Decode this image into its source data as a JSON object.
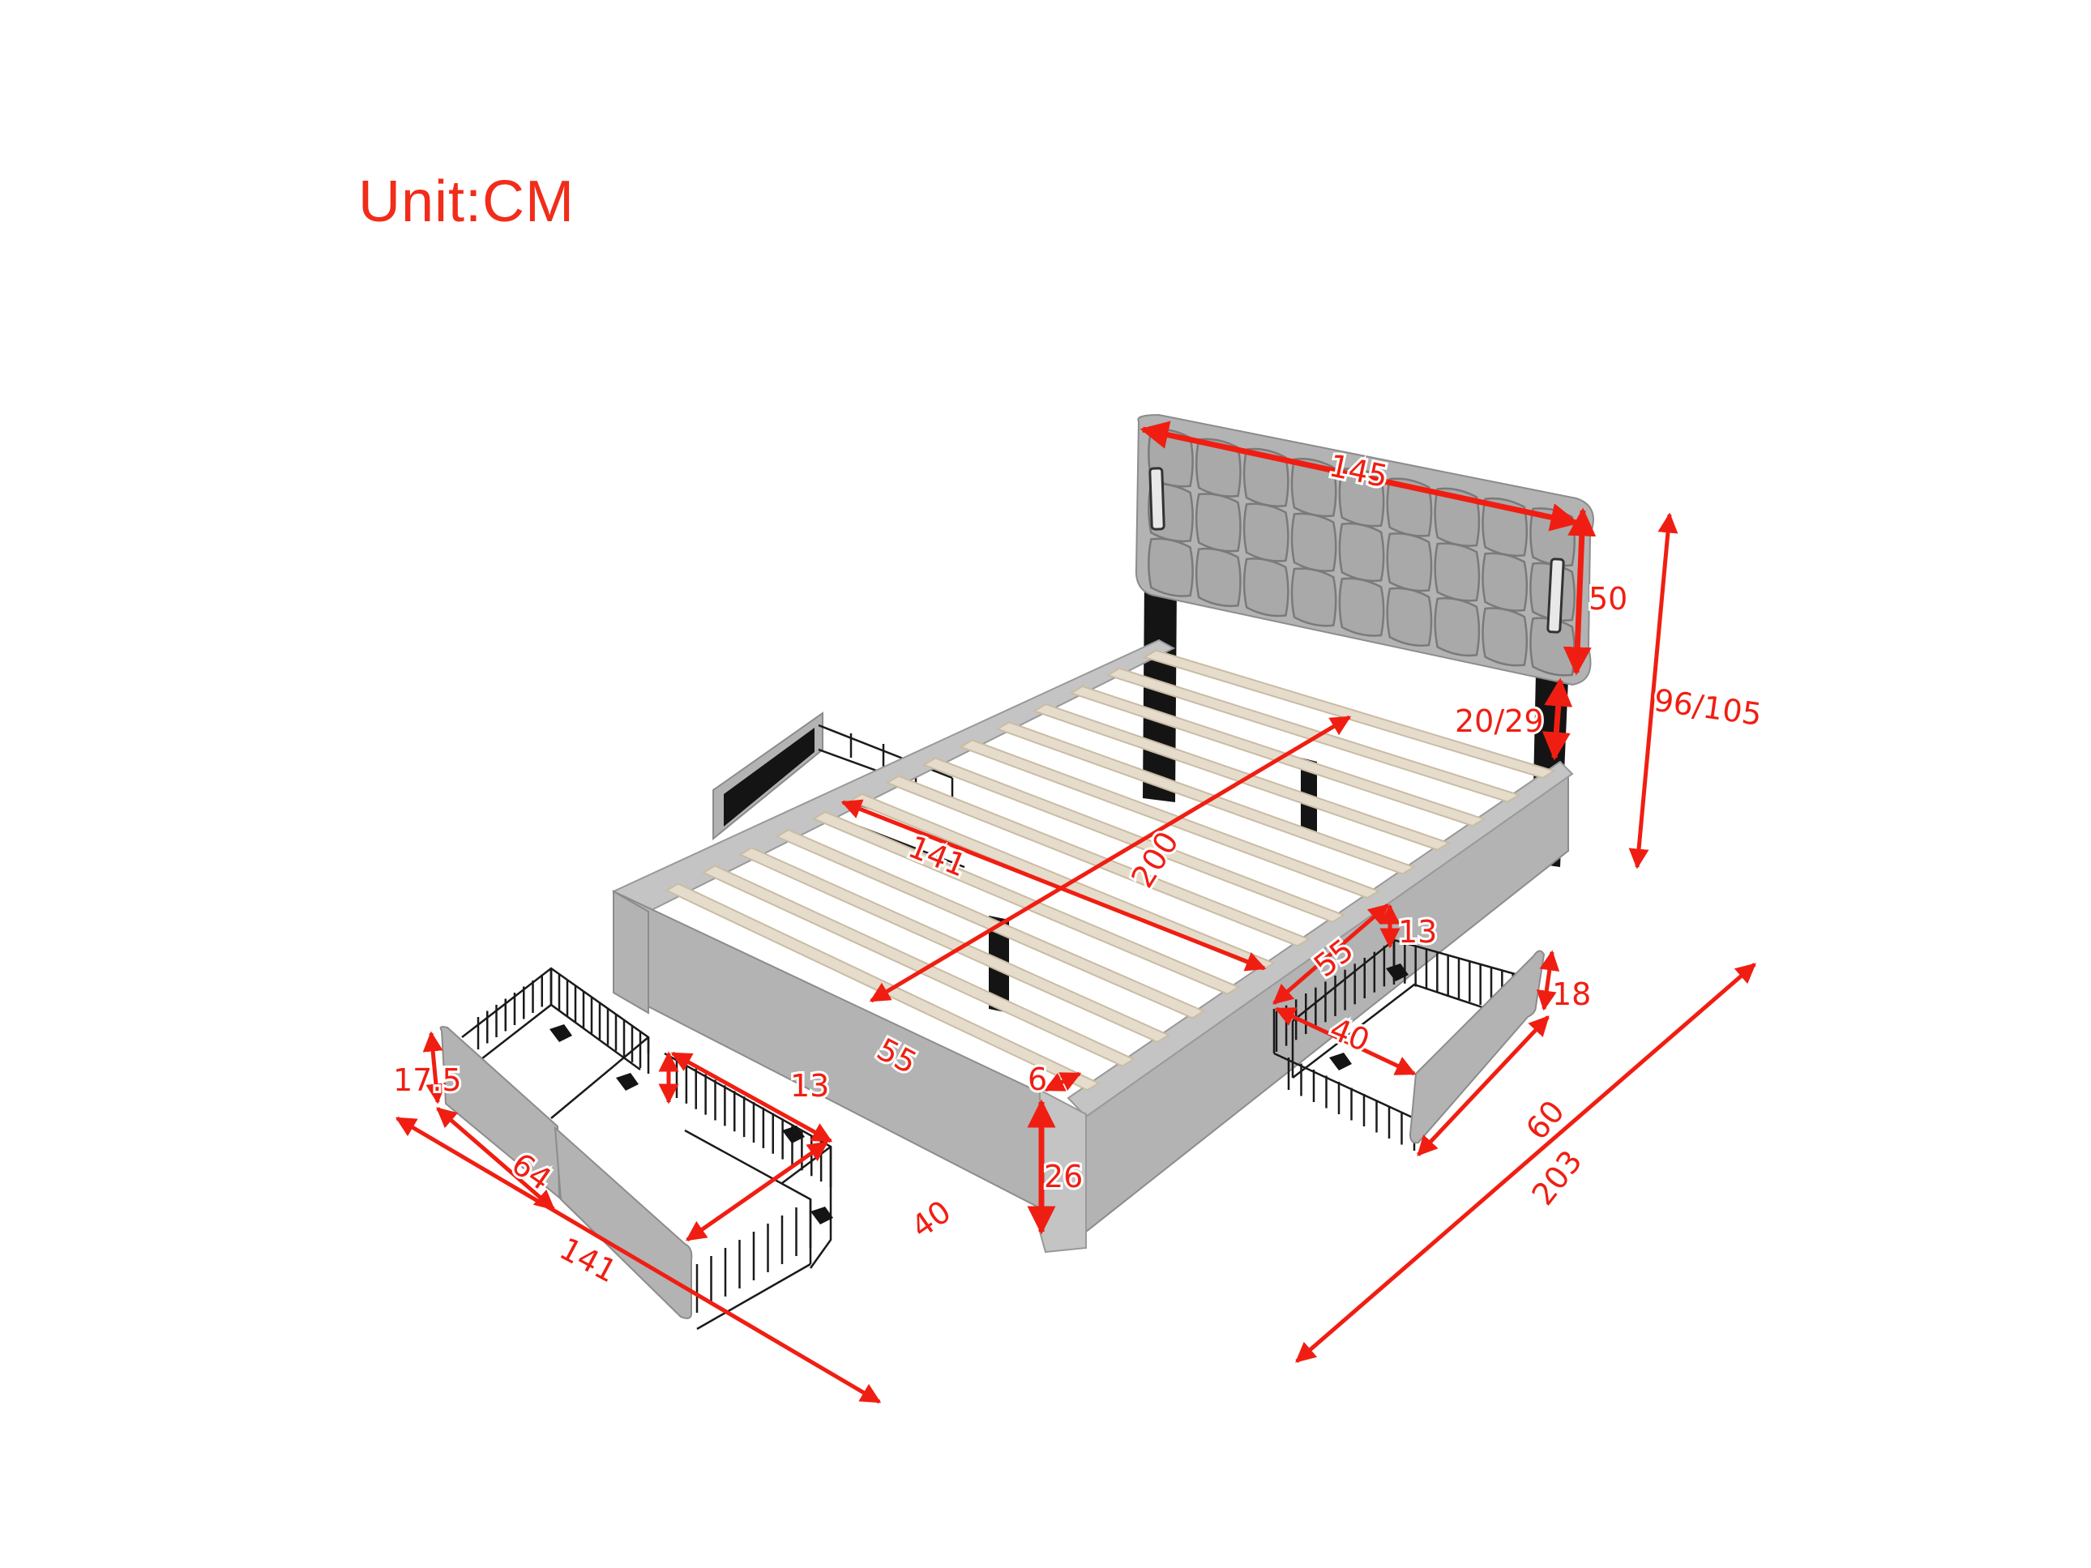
{
  "title": "Unit:CM",
  "colors": {
    "annotation": "#f01e12",
    "fabric": "#b3b3b3",
    "slat": "#e6dccb",
    "metal": "#141414"
  },
  "dimensions": {
    "headboard_width": "145",
    "headboard_height": "50",
    "leg_gap": "20/29",
    "total_height": "96/105",
    "inner_width": "141",
    "inner_length": "200",
    "frame_thickness": "6",
    "frame_height": "26",
    "overall_length": "203",
    "overall_width": "141",
    "left_drawer_panel_height": "17.5",
    "left_drawer_width": "64",
    "left_basket_height": "13",
    "left_basket_length": "55",
    "left_basket_width": "40",
    "right_basket_length": "55",
    "right_basket_height": "13",
    "right_basket_width": "40",
    "right_drawer_panel_height": "18",
    "right_drawer_depth": "60"
  }
}
